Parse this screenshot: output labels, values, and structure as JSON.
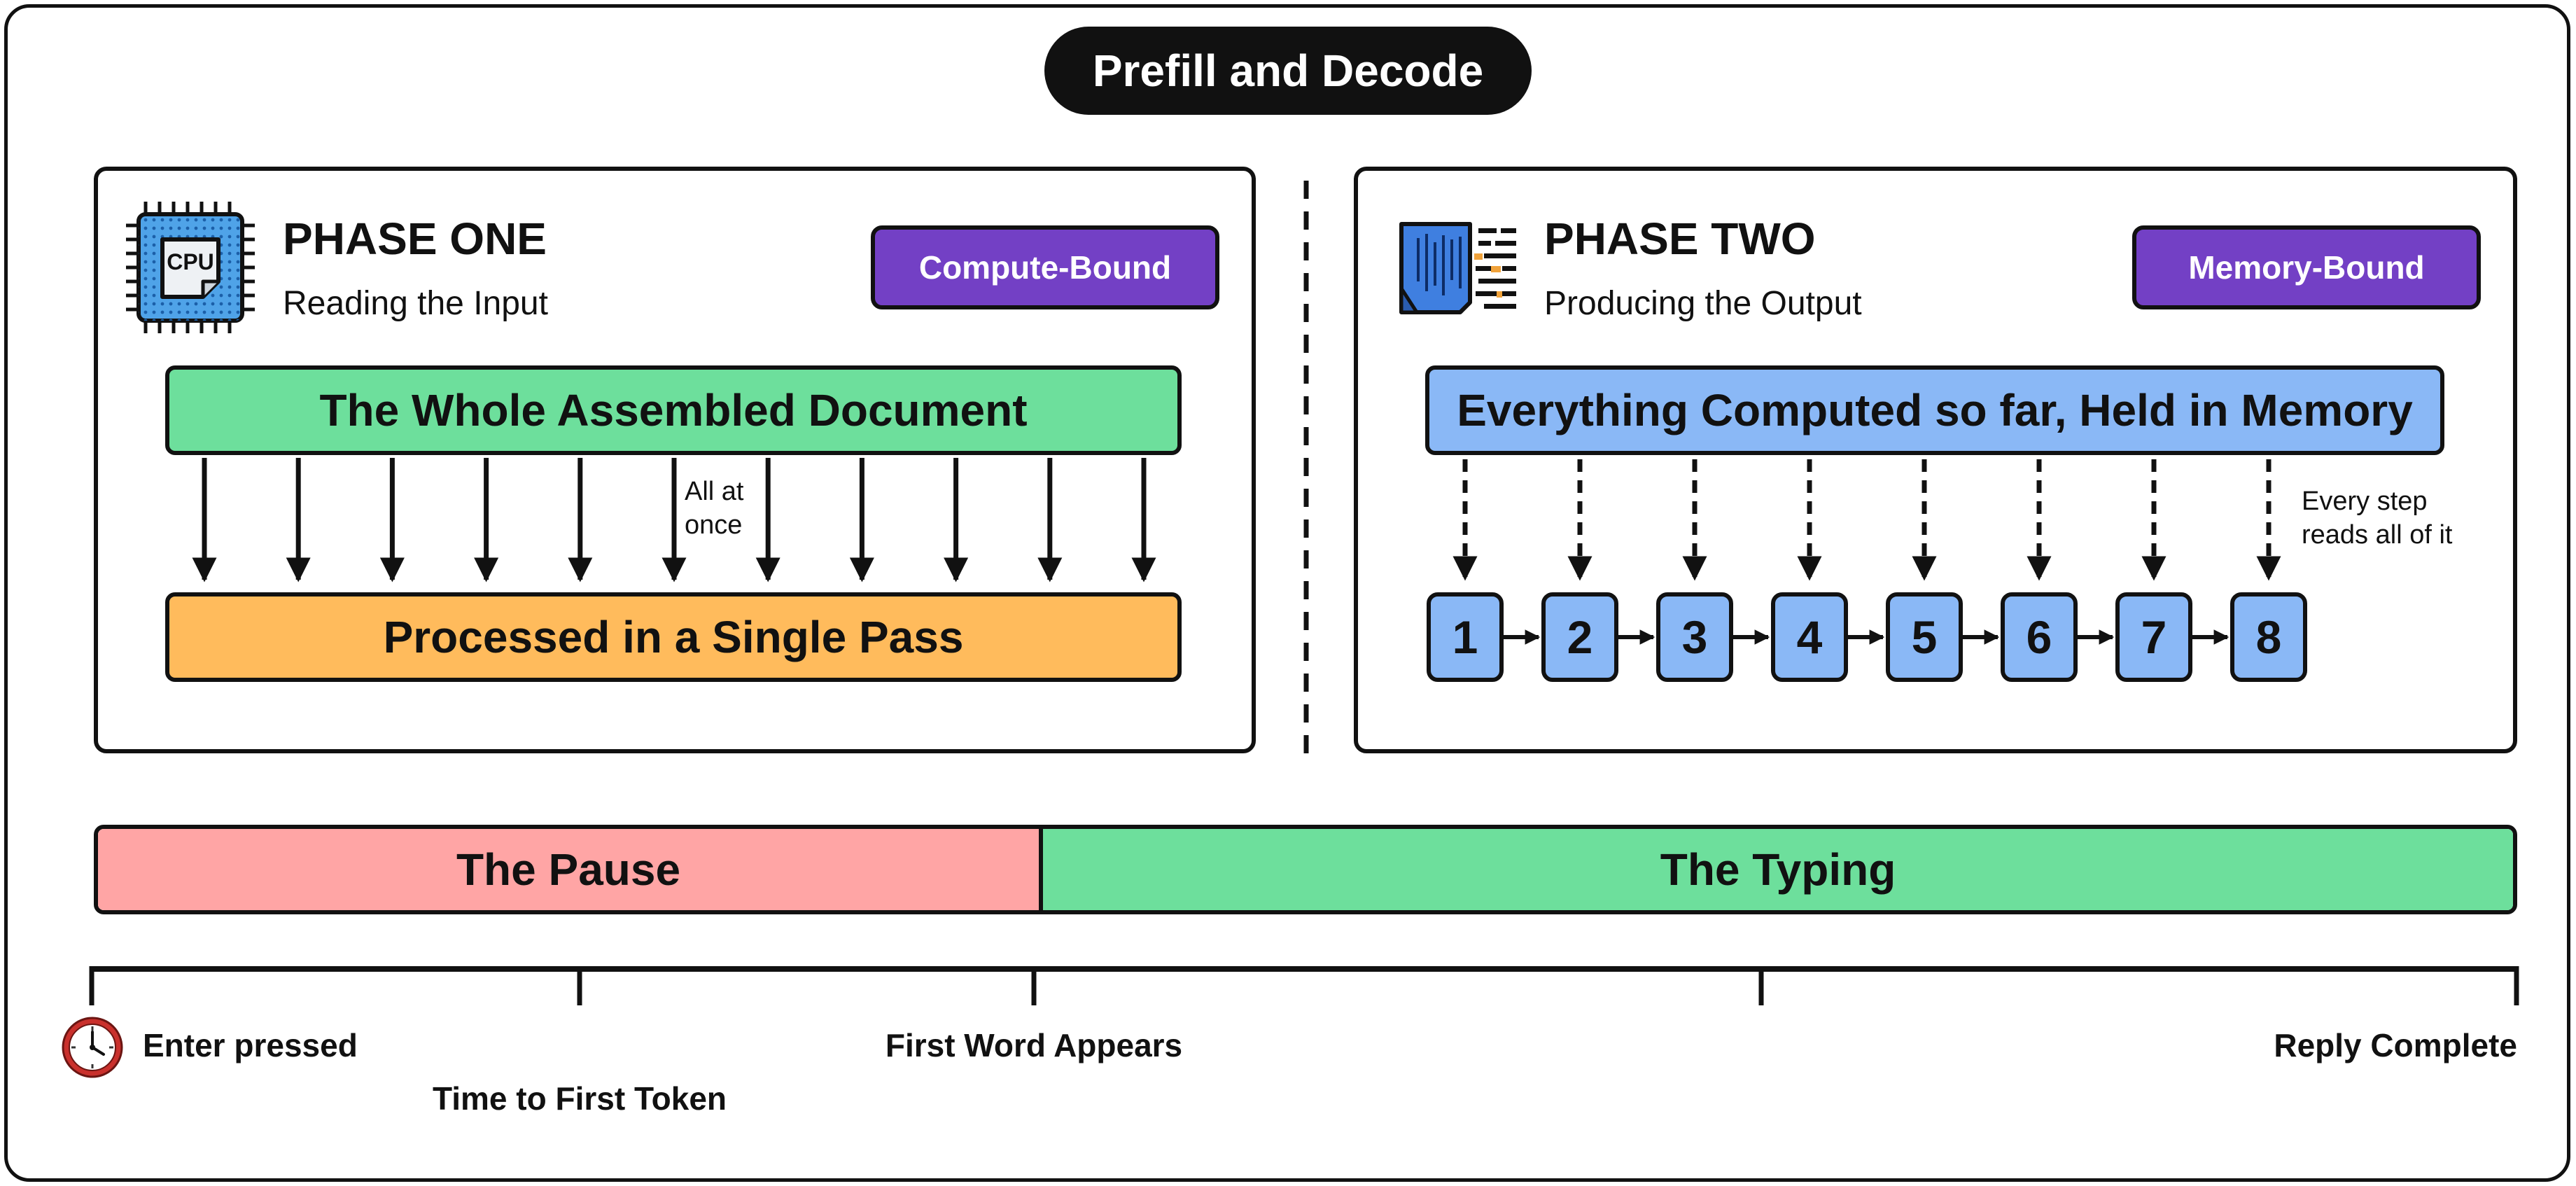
{
  "title": "Prefill and Decode",
  "phase_one": {
    "title": "PHASE ONE",
    "subtitle": "Reading the Input",
    "icon": "cpu-chip-icon",
    "icon_text": "CPU",
    "badge": "Compute-Bound",
    "input_bar": "The Whole Assembled Document",
    "output_bar": "Processed in a Single Pass",
    "arrow_note_line1": "All at",
    "arrow_note_line2": "once",
    "arrow_count": 11
  },
  "phase_two": {
    "title": "PHASE TWO",
    "subtitle": "Producing the Output",
    "icon": "document-data-icon",
    "badge": "Memory-Bound",
    "memory_bar": "Everything Computed so far, Held in Memory",
    "note_line1": "Every step",
    "note_line2": "reads all of it",
    "steps": [
      "1",
      "2",
      "3",
      "4",
      "5",
      "6",
      "7",
      "8"
    ]
  },
  "timeline": {
    "pause": "The Pause",
    "typing": "The Typing",
    "ticks": {
      "enter": "Enter pressed",
      "ttft": "Time to First Token",
      "first_word": "First Word Appears",
      "complete": "Reply Complete"
    },
    "clock_icon": "clock-icon"
  },
  "colors": {
    "green": "#6ddf9c",
    "orange": "#ffbb5c",
    "blue": "#8ab8f6",
    "purple": "#7340c5",
    "pink": "#ffa5a5",
    "ink": "#111111"
  }
}
